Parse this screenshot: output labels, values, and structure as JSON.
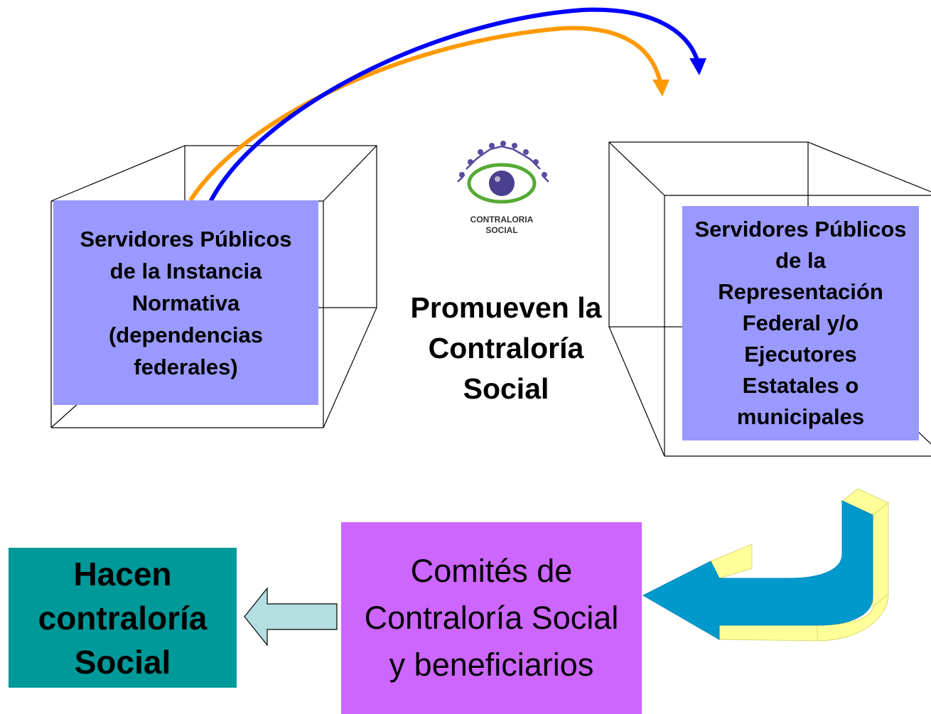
{
  "left_box": {
    "text": "Servidores Públicos de la Instancia Normativa (dependencias federales)"
  },
  "right_box": {
    "text": "Servidores Públicos de la Representación Federal  y/o Ejecutores Estatales o municipales"
  },
  "center_text": "Promueven la Contraloría Social",
  "logo": {
    "line1": "CONTRALORIA",
    "line2": "SOCIAL"
  },
  "comites_box": {
    "text": "Comités de Contraloría Social y beneficiarios"
  },
  "hacen_box": {
    "text": "Hacen contraloría Social"
  },
  "colors": {
    "box_fill": "#9999ff",
    "comites_fill": "#cc66ff",
    "hacen_fill": "#009999",
    "arrow_blue": "#0000ff",
    "arrow_orange": "#ff9900",
    "curved_arrow_face": "#0099cc",
    "curved_arrow_side": "#ffff99",
    "small_arrow_fill": "#b3dfe0"
  }
}
